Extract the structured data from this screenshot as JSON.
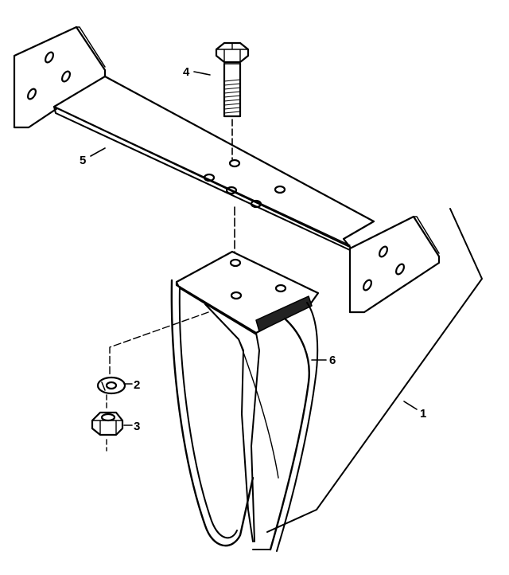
{
  "callouts": {
    "assembly": "1",
    "lock_washer": "2",
    "nut": "3",
    "bolt": "4",
    "bracket": "5",
    "shank": "6"
  },
  "colors": {
    "ink": "#000000",
    "paper": "#ffffff"
  }
}
